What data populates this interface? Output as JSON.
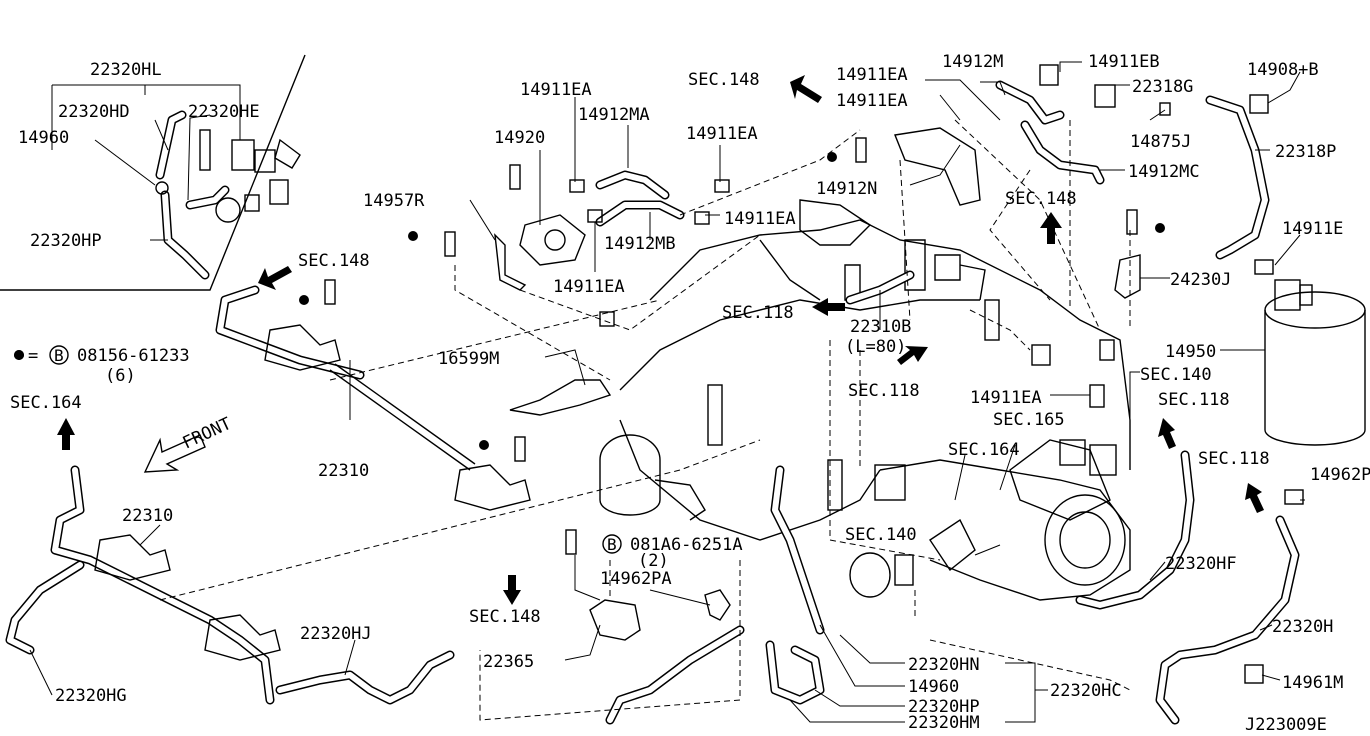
{
  "diagram": {
    "drawing_number": "J223009E",
    "legend": {
      "bolt_note": "=",
      "bolt_circle_letter": "B",
      "bolt_part": "08156-61233",
      "bolt_qty": "(6)"
    },
    "front_label": "FRONT",
    "labels": {
      "p22320HL": "22320HL",
      "p22320HD": "22320HD",
      "p22320HE": "22320HE",
      "p14960_inset": "14960",
      "p22320HP_inset": "22320HP",
      "p14911EA_a": "14911EA",
      "p14912MA": "14912MA",
      "p14920": "14920",
      "p14957R": "14957R",
      "p14912MB": "14912MB",
      "p14911EA_b": "14911EA",
      "p14911EA_c": "14911EA",
      "p14911EA_d": "14911EA",
      "sec148_a": "SEC.148",
      "p14911EA_e": "14911EA",
      "p14911EA_f": "14911EA",
      "p14912M": "14912M",
      "p14911EB": "14911EB",
      "p22318G": "22318G",
      "p14908B": "14908+B",
      "p14875J": "14875J",
      "p22318P": "22318P",
      "p14912MC": "14912MC",
      "p14912N": "14912N",
      "sec148_b": "SEC.148",
      "p14911E": "14911E",
      "p24230J": "24230J",
      "sec148_c": "SEC.148",
      "sec118_a": "SEC.118",
      "p22310B": "22310B",
      "p22310B_len": "(L=80)",
      "p16599M": "16599M",
      "sec118_b": "SEC.118",
      "p14950": "14950",
      "sec140_a": "SEC.140",
      "p14911EA_g": "14911EA",
      "sec118_c": "SEC.118",
      "sec165": "SEC.165",
      "sec164_a": "SEC.164",
      "sec164_b": "SEC.164",
      "sec118_d": "SEC.118",
      "p14962P": "14962P",
      "p22310_a": "22310",
      "p22310_b": "22310",
      "sec140_b": "SEC.140",
      "bolt2_letter": "B",
      "bolt2_part": "081A6-6251A",
      "bolt2_qty": "(2)",
      "p14962PA": "14962PA",
      "p22320HF": "22320HF",
      "sec148_d": "SEC.148",
      "p22320H": "22320H",
      "p22320HJ": "22320HJ",
      "p22365": "22365",
      "p22320HN": "22320HN",
      "p14960": "14960",
      "p22320HC": "22320HC",
      "p22320HP": "22320HP",
      "p22320HM": "22320HM",
      "p22320HG": "22320HG",
      "p14961M": "14961M"
    }
  }
}
